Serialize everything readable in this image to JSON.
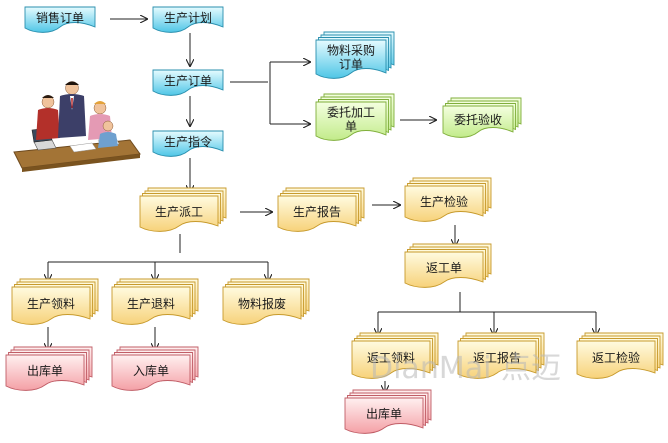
{
  "diagram": {
    "watermark": "DianMai 点迈",
    "nodes": {
      "sales_order": "销售订单",
      "production_plan": "生产计划",
      "production_order": "生产订单",
      "material_purchase_1": "物料采购",
      "material_purchase_2": "订单",
      "outsourced_1": "委托加工",
      "outsourced_2": "单",
      "outsourced_acceptance": "委托验收",
      "production_instruction": "生产指令",
      "production_dispatch": "生产派工",
      "production_report": "生产报告",
      "production_inspection": "生产检验",
      "rework_order": "返工单",
      "production_picking": "生产领料",
      "production_return": "生产退料",
      "material_scrap": "物料报废",
      "stock_out_1": "出库单",
      "stock_in": "入库单",
      "rework_picking": "返工领料",
      "rework_report": "返工报告",
      "rework_inspection": "返工检验",
      "stock_out_2": "出库单"
    },
    "colors": {
      "blue_top": "#e6fbff",
      "blue_bottom": "#4fc6e6",
      "blue_stroke": "#2a8fae",
      "yellow_top": "#fffbe0",
      "yellow_bottom": "#f7d27a",
      "yellow_stroke": "#c79a2c",
      "green_top": "#f4ffe0",
      "green_bottom": "#c2eb8a",
      "green_stroke": "#7fae3a",
      "pink_top": "#fff0f0",
      "pink_bottom": "#f4a0a6",
      "pink_stroke": "#c05d66",
      "arrow": "#222222"
    },
    "icons": {
      "team": "business-meeting-people-illustration"
    }
  }
}
